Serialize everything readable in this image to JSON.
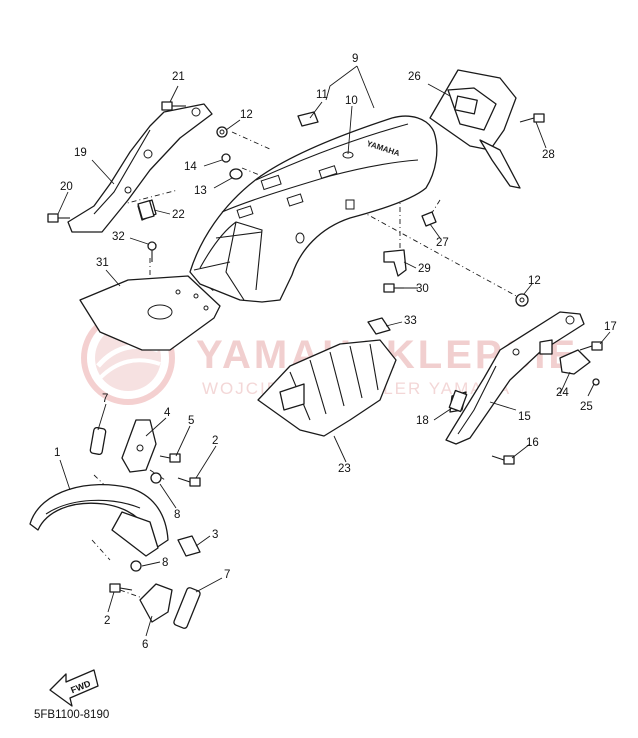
{
  "diagram": {
    "callouts": [
      {
        "id": "c9",
        "label": "9"
      },
      {
        "id": "c10",
        "label": "10"
      },
      {
        "id": "c11",
        "label": "11"
      },
      {
        "id": "c12a",
        "label": "12"
      },
      {
        "id": "c12b",
        "label": "12"
      },
      {
        "id": "c13",
        "label": "13"
      },
      {
        "id": "c14",
        "label": "14"
      },
      {
        "id": "c15",
        "label": "15"
      },
      {
        "id": "c16",
        "label": "16"
      },
      {
        "id": "c17",
        "label": "17"
      },
      {
        "id": "c18",
        "label": "18"
      },
      {
        "id": "c19",
        "label": "19"
      },
      {
        "id": "c20",
        "label": "20"
      },
      {
        "id": "c21",
        "label": "21"
      },
      {
        "id": "c22",
        "label": "22"
      },
      {
        "id": "c23",
        "label": "23"
      },
      {
        "id": "c24",
        "label": "24"
      },
      {
        "id": "c25",
        "label": "25"
      },
      {
        "id": "c26",
        "label": "26"
      },
      {
        "id": "c27",
        "label": "27"
      },
      {
        "id": "c28",
        "label": "28"
      },
      {
        "id": "c29",
        "label": "29"
      },
      {
        "id": "c30",
        "label": "30"
      },
      {
        "id": "c31",
        "label": "31"
      },
      {
        "id": "c32",
        "label": "32"
      },
      {
        "id": "c33",
        "label": "33"
      },
      {
        "id": "c1",
        "label": "1"
      },
      {
        "id": "c2a",
        "label": "2"
      },
      {
        "id": "c2b",
        "label": "2"
      },
      {
        "id": "c3",
        "label": "3"
      },
      {
        "id": "c4",
        "label": "4"
      },
      {
        "id": "c5",
        "label": "5"
      },
      {
        "id": "c6",
        "label": "6"
      },
      {
        "id": "c7a",
        "label": "7"
      },
      {
        "id": "c7b",
        "label": "7"
      },
      {
        "id": "c8a",
        "label": "8"
      },
      {
        "id": "c8b",
        "label": "8"
      }
    ],
    "fwd_label": "FWD",
    "fender_emboss": "YAMAHA",
    "diagram_code": "5FB1100-8190"
  },
  "watermark": {
    "title": "YAMAHAKLEPSIE",
    "subtitle": "WOJCIECH ... DEALER YAMAHA"
  }
}
